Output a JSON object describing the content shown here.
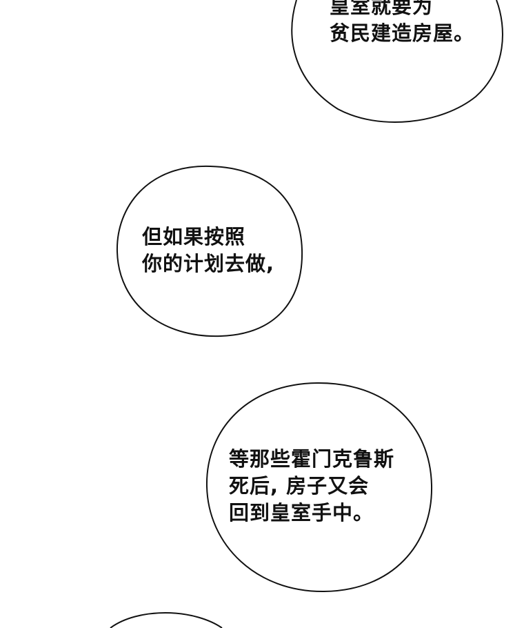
{
  "colors": {
    "background": "#ffffff",
    "ink": "#111111"
  },
  "panel": {
    "bubbles": [
      {
        "lines": [
          "皇室就要为",
          "贫民建造房屋。"
        ]
      },
      {
        "lines": [
          "但如果按照",
          "你的计划去做,"
        ]
      },
      {
        "lines": [
          "等那些霍门克鲁斯",
          "死后, 房子又会",
          "回到皇室手中。"
        ]
      },
      {
        "lines": []
      }
    ]
  }
}
